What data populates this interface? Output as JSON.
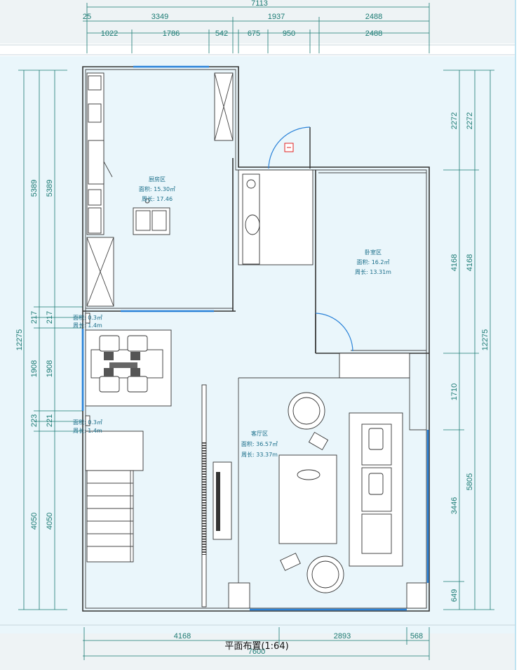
{
  "drawing_title": "平面布置(1:64)",
  "colors": {
    "paper": "#eaf6fb",
    "paper_edge": "#bfe3f1",
    "band": "#eef3f5",
    "dimension": "#1a7a73",
    "window": "#2a82d8",
    "wall": "#333333",
    "door_marker": "#e02020"
  },
  "dims_top": {
    "row1": [
      "7113",
      "25",
      "3349",
      "1937",
      "2488"
    ],
    "row2": [
      "1022",
      "1786",
      "542",
      "675",
      "950",
      "2488"
    ]
  },
  "dims_bottom": {
    "segments": [
      "4168",
      "2893",
      "568"
    ],
    "total": "7600"
  },
  "dims_left": {
    "outer_total": "12275",
    "upper": "5389",
    "a": "217",
    "mid": "1908",
    "b": "223",
    "c": "221",
    "lower": "4050"
  },
  "dims_right": {
    "r1": "2272",
    "r2": "4168",
    "total": "12275",
    "r3": "1710",
    "r4": "3446",
    "r5": "5805",
    "r6": "649"
  },
  "rooms": {
    "kitchen": {
      "name": "厨房区",
      "area": "面积: 15.30㎡",
      "perimeter": "周长: 17.46"
    },
    "bedroom": {
      "name": "卧室区",
      "area": "面积: 16.2㎡",
      "perimeter": "周长: 13.31m"
    },
    "living": {
      "name": "客厅区",
      "area": "面积: 36.57㎡",
      "perimeter": "周长: 33.37m"
    },
    "small1": {
      "area": "面积: 0.3㎡",
      "perimeter": "周长: 1.4m"
    },
    "small2": {
      "area": "面积: 0.3㎡",
      "perimeter": "周长: 1.4m"
    }
  }
}
